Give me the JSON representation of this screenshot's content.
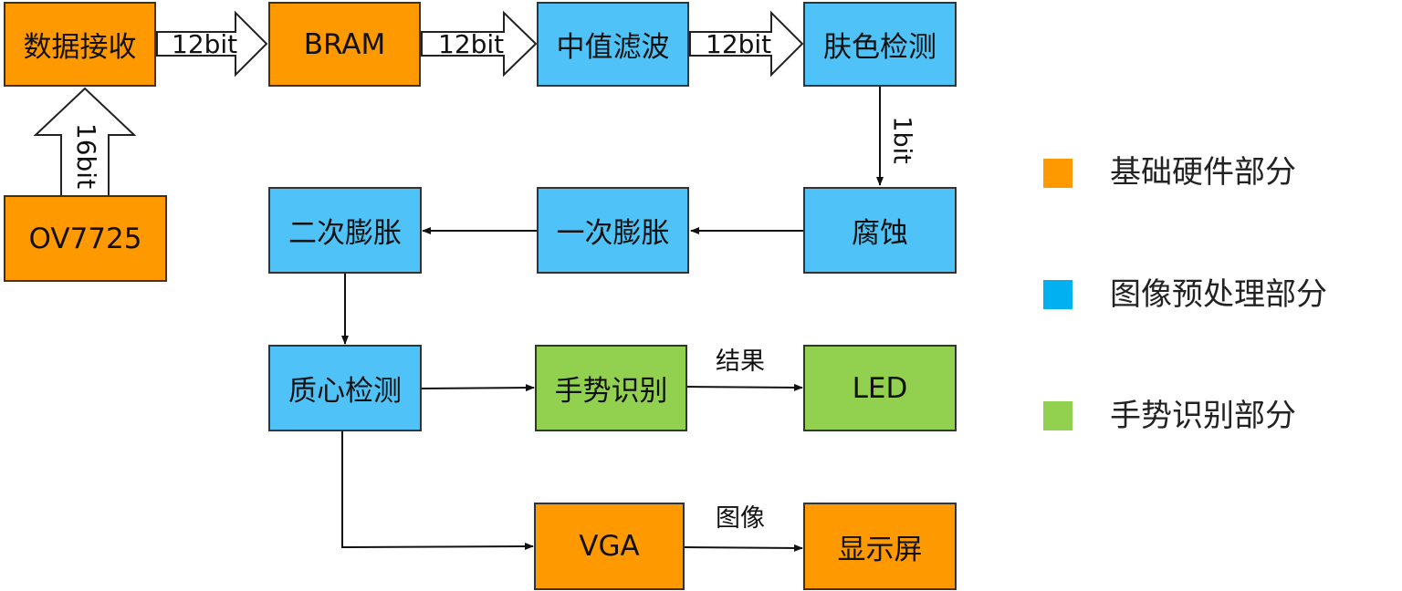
{
  "blocks": {
    "data_receive": "数据接收",
    "bram": "BRAM",
    "median_filter": "中值滤波",
    "skin_detect": "肤色检测",
    "ov7725": "OV7725",
    "erosion": "腐蚀",
    "dilation_1": "一次膨胀",
    "dilation_2": "二次膨胀",
    "centroid": "质心检测",
    "gesture": "手势识别",
    "led": "LED",
    "vga": "VGA",
    "display": "显示屏"
  },
  "edge_labels": {
    "bus_12bit_1": "12bit",
    "bus_12bit_2": "12bit",
    "bus_12bit_3": "12bit",
    "bus_16bit": "16bit",
    "wire_1bit": "1bit",
    "result": "结果",
    "image": "图像"
  },
  "legend": [
    {
      "label": "基础硬件部分",
      "color": "#ff9900"
    },
    {
      "label": "图像预处理部分",
      "color": "#00b0f0"
    },
    {
      "label": "手势识别部分",
      "color": "#92d050"
    }
  ],
  "colors": {
    "orange": "#ff9900",
    "blue": "#4fc3f7",
    "green": "#92d050"
  }
}
